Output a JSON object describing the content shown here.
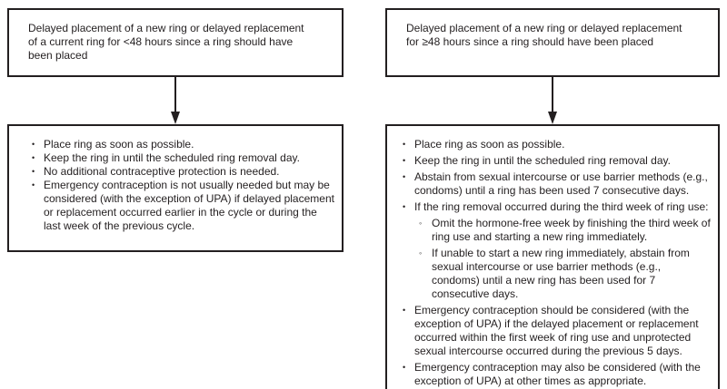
{
  "figure": {
    "colors": {
      "border": "#231f20",
      "text": "#231f20",
      "background": "#ffffff"
    },
    "columns": [
      {
        "condition": "Delayed placement of a new ring or delayed replacement\nof a current ring for <48 hours since a ring should have\nbeen placed",
        "items": [
          {
            "text": "Place ring as soon as possible."
          },
          {
            "text": "Keep the ring in until the scheduled ring removal day."
          },
          {
            "text": "No additional contraceptive protection is needed."
          },
          {
            "text": "Emergency contraception is not usually needed but may be considered (with the exception of UPA) if delayed placement or replacement occurred earlier in the cycle or during the last week of the previous cycle."
          }
        ]
      },
      {
        "condition": "Delayed placement of a new ring or delayed replacement\nfor ≥48 hours since a ring should have been placed",
        "items": [
          {
            "text": "Place ring as soon as possible."
          },
          {
            "text": "Keep the ring in until the scheduled ring removal day."
          },
          {
            "text": "Abstain from sexual intercourse or use barrier methods (e.g., condoms) until a ring has been used 7 consecutive days."
          },
          {
            "text": "If the ring removal occurred during the third week of ring use:",
            "subitems": [
              {
                "text": "Omit the hormone-free week by finishing the third week of ring use and starting a new ring immediately."
              },
              {
                "text": "If unable to start a new ring immediately, abstain from sexual intercourse or use barrier methods (e.g., condoms) until a new ring has been used for 7 consecutive days."
              }
            ]
          },
          {
            "text": "Emergency contraception should be considered (with the exception of UPA) if the delayed placement or replacement occurred within the first week of ring use and unprotected sexual intercourse occurred during the previous 5 days."
          },
          {
            "text": "Emergency contraception may also be considered (with the exception of UPA) at other times as appropriate."
          }
        ]
      }
    ]
  }
}
